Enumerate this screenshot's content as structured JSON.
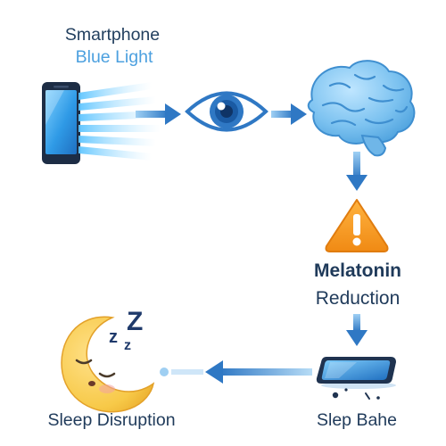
{
  "labels": {
    "source_line1": "Smartphone",
    "source_line2": "Blue Light",
    "effect_line1": "Melatonin",
    "effect_line2": "Reduction",
    "outcome": "Sleep Disruption",
    "device_label": "Slep Bahe"
  },
  "icons": {
    "source": "smartphone-icon",
    "rays": "blue-light-rays-icon",
    "eye": "eye-icon",
    "brain": "brain-icon",
    "warning": "warning-icon",
    "device": "phone-lying-down-icon",
    "moon": "sleeping-moon-icon",
    "zzz": "zzz-icon"
  },
  "colors": {
    "dark_text": "#1f3a5a",
    "light_blue_text": "#4ca0df",
    "arrow_blue": "#2f78c4",
    "brain_blue": "#7cc2f0",
    "warning_orange": "#f5931e",
    "moon_yellow": "#f7c948",
    "zzz_navy": "#1f3a6b"
  },
  "zzz_text": [
    "z",
    "z",
    "Z"
  ]
}
